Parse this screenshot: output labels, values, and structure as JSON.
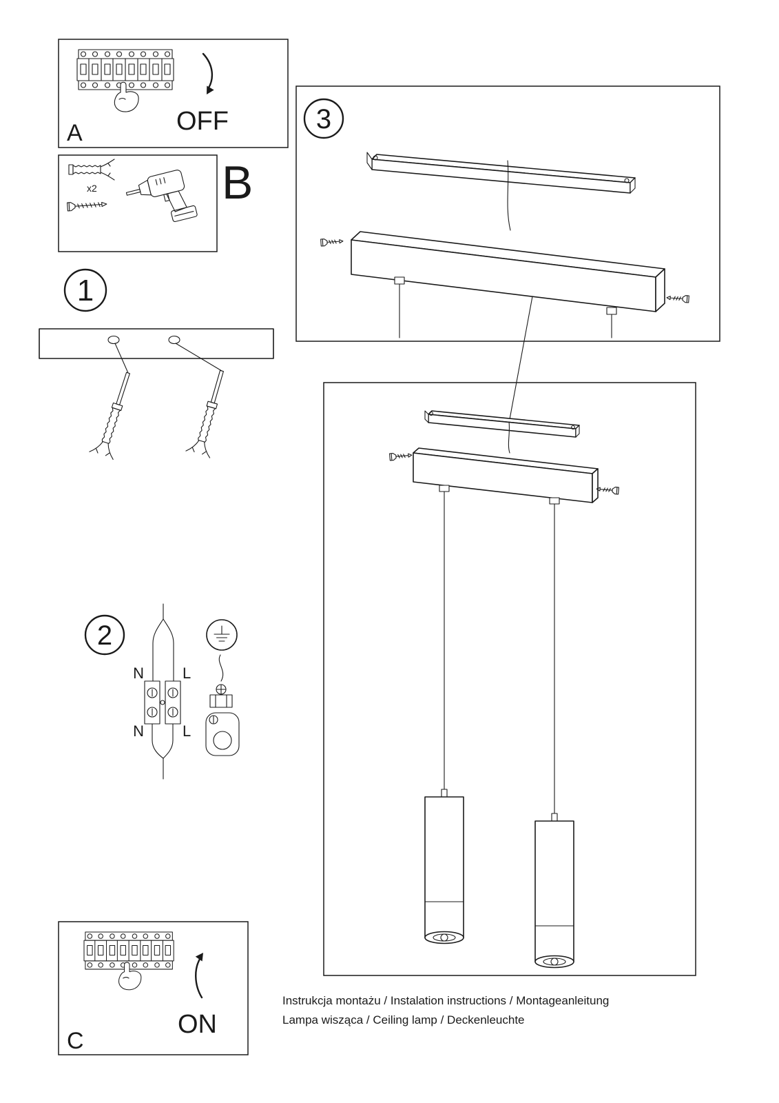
{
  "colors": {
    "ink": "#1a1a1a",
    "paper": "#ffffff"
  },
  "panel_a": {
    "label": "A",
    "action": "OFF"
  },
  "panel_b": {
    "label": "B",
    "quantity": "x2"
  },
  "panel_c": {
    "label": "C",
    "action": "ON"
  },
  "steps": {
    "one": "1",
    "two": "2",
    "three": "3"
  },
  "wiring": {
    "top_n": "N",
    "top_l": "L",
    "bottom_n": "N",
    "bottom_l": "L"
  },
  "footer": {
    "line1": "Instrukcja montażu / Instalation instructions / Montageanleitung",
    "line2": "Lampa wisząca / Ceiling lamp / Deckenleuchte"
  }
}
